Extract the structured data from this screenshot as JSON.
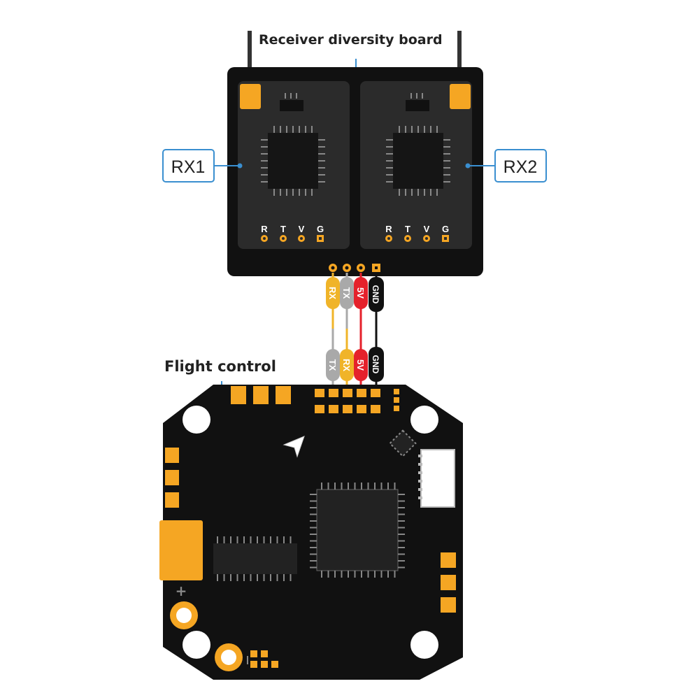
{
  "title_receiver": "Receiver diversity board",
  "title_fc": "Flight control",
  "rx1_label": "RX1",
  "rx2_label": "RX2",
  "rx_pins": [
    "R",
    "T",
    "V",
    "G"
  ],
  "wire_top": [
    "RX",
    "TX",
    "5V",
    "GND"
  ],
  "wire_bottom": [
    "TX",
    "RX",
    "5V",
    "GND"
  ],
  "plus_sign": "+",
  "colors": {
    "board": "#111111",
    "panel": "#2b2b2b",
    "pad": "#f5a623",
    "callout": "#3a8fd0",
    "wire_yellow": "#f0b429",
    "wire_gray": "#a9a9a9",
    "wire_red": "#e5212b",
    "wire_black": "#111111"
  }
}
